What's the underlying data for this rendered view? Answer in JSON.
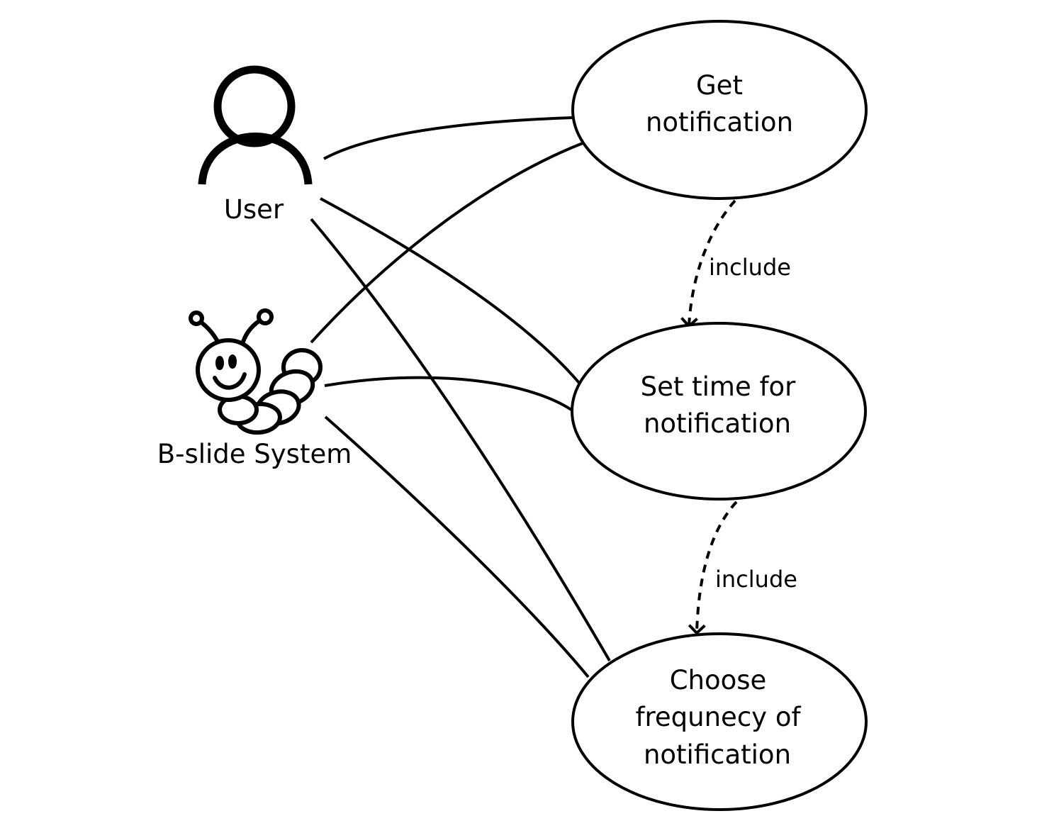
{
  "actors": {
    "user": {
      "label": "User",
      "icon": "person-icon"
    },
    "system": {
      "label": "B-slide System",
      "icon": "caterpillar-mascot-icon"
    }
  },
  "use_cases": [
    {
      "id": "get_notification",
      "lines": [
        "Get",
        "notification"
      ]
    },
    {
      "id": "set_time",
      "lines": [
        "Set time for",
        "notification"
      ]
    },
    {
      "id": "choose_frequency",
      "lines": [
        "Choose",
        "frequnecy of",
        "notification"
      ]
    }
  ],
  "relations": {
    "include_1": "include",
    "include_2": "include"
  },
  "colors": {
    "stroke": "#000000",
    "background": "#ffffff"
  }
}
